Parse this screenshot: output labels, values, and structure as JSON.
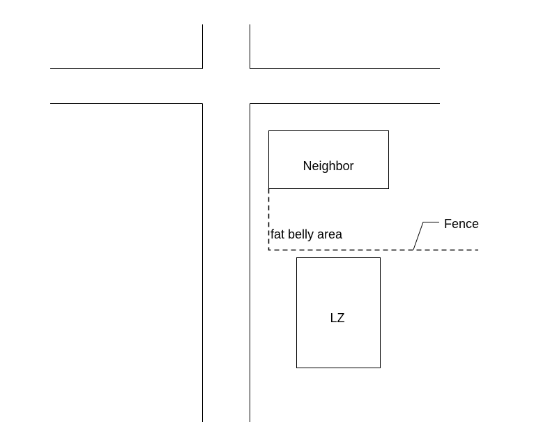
{
  "labels": {
    "neighbor": "Neighbor",
    "area": "fat belly area",
    "fence": "Fence",
    "lz": "LZ"
  },
  "colors": {
    "stroke": "#000000",
    "background": "#ffffff"
  }
}
